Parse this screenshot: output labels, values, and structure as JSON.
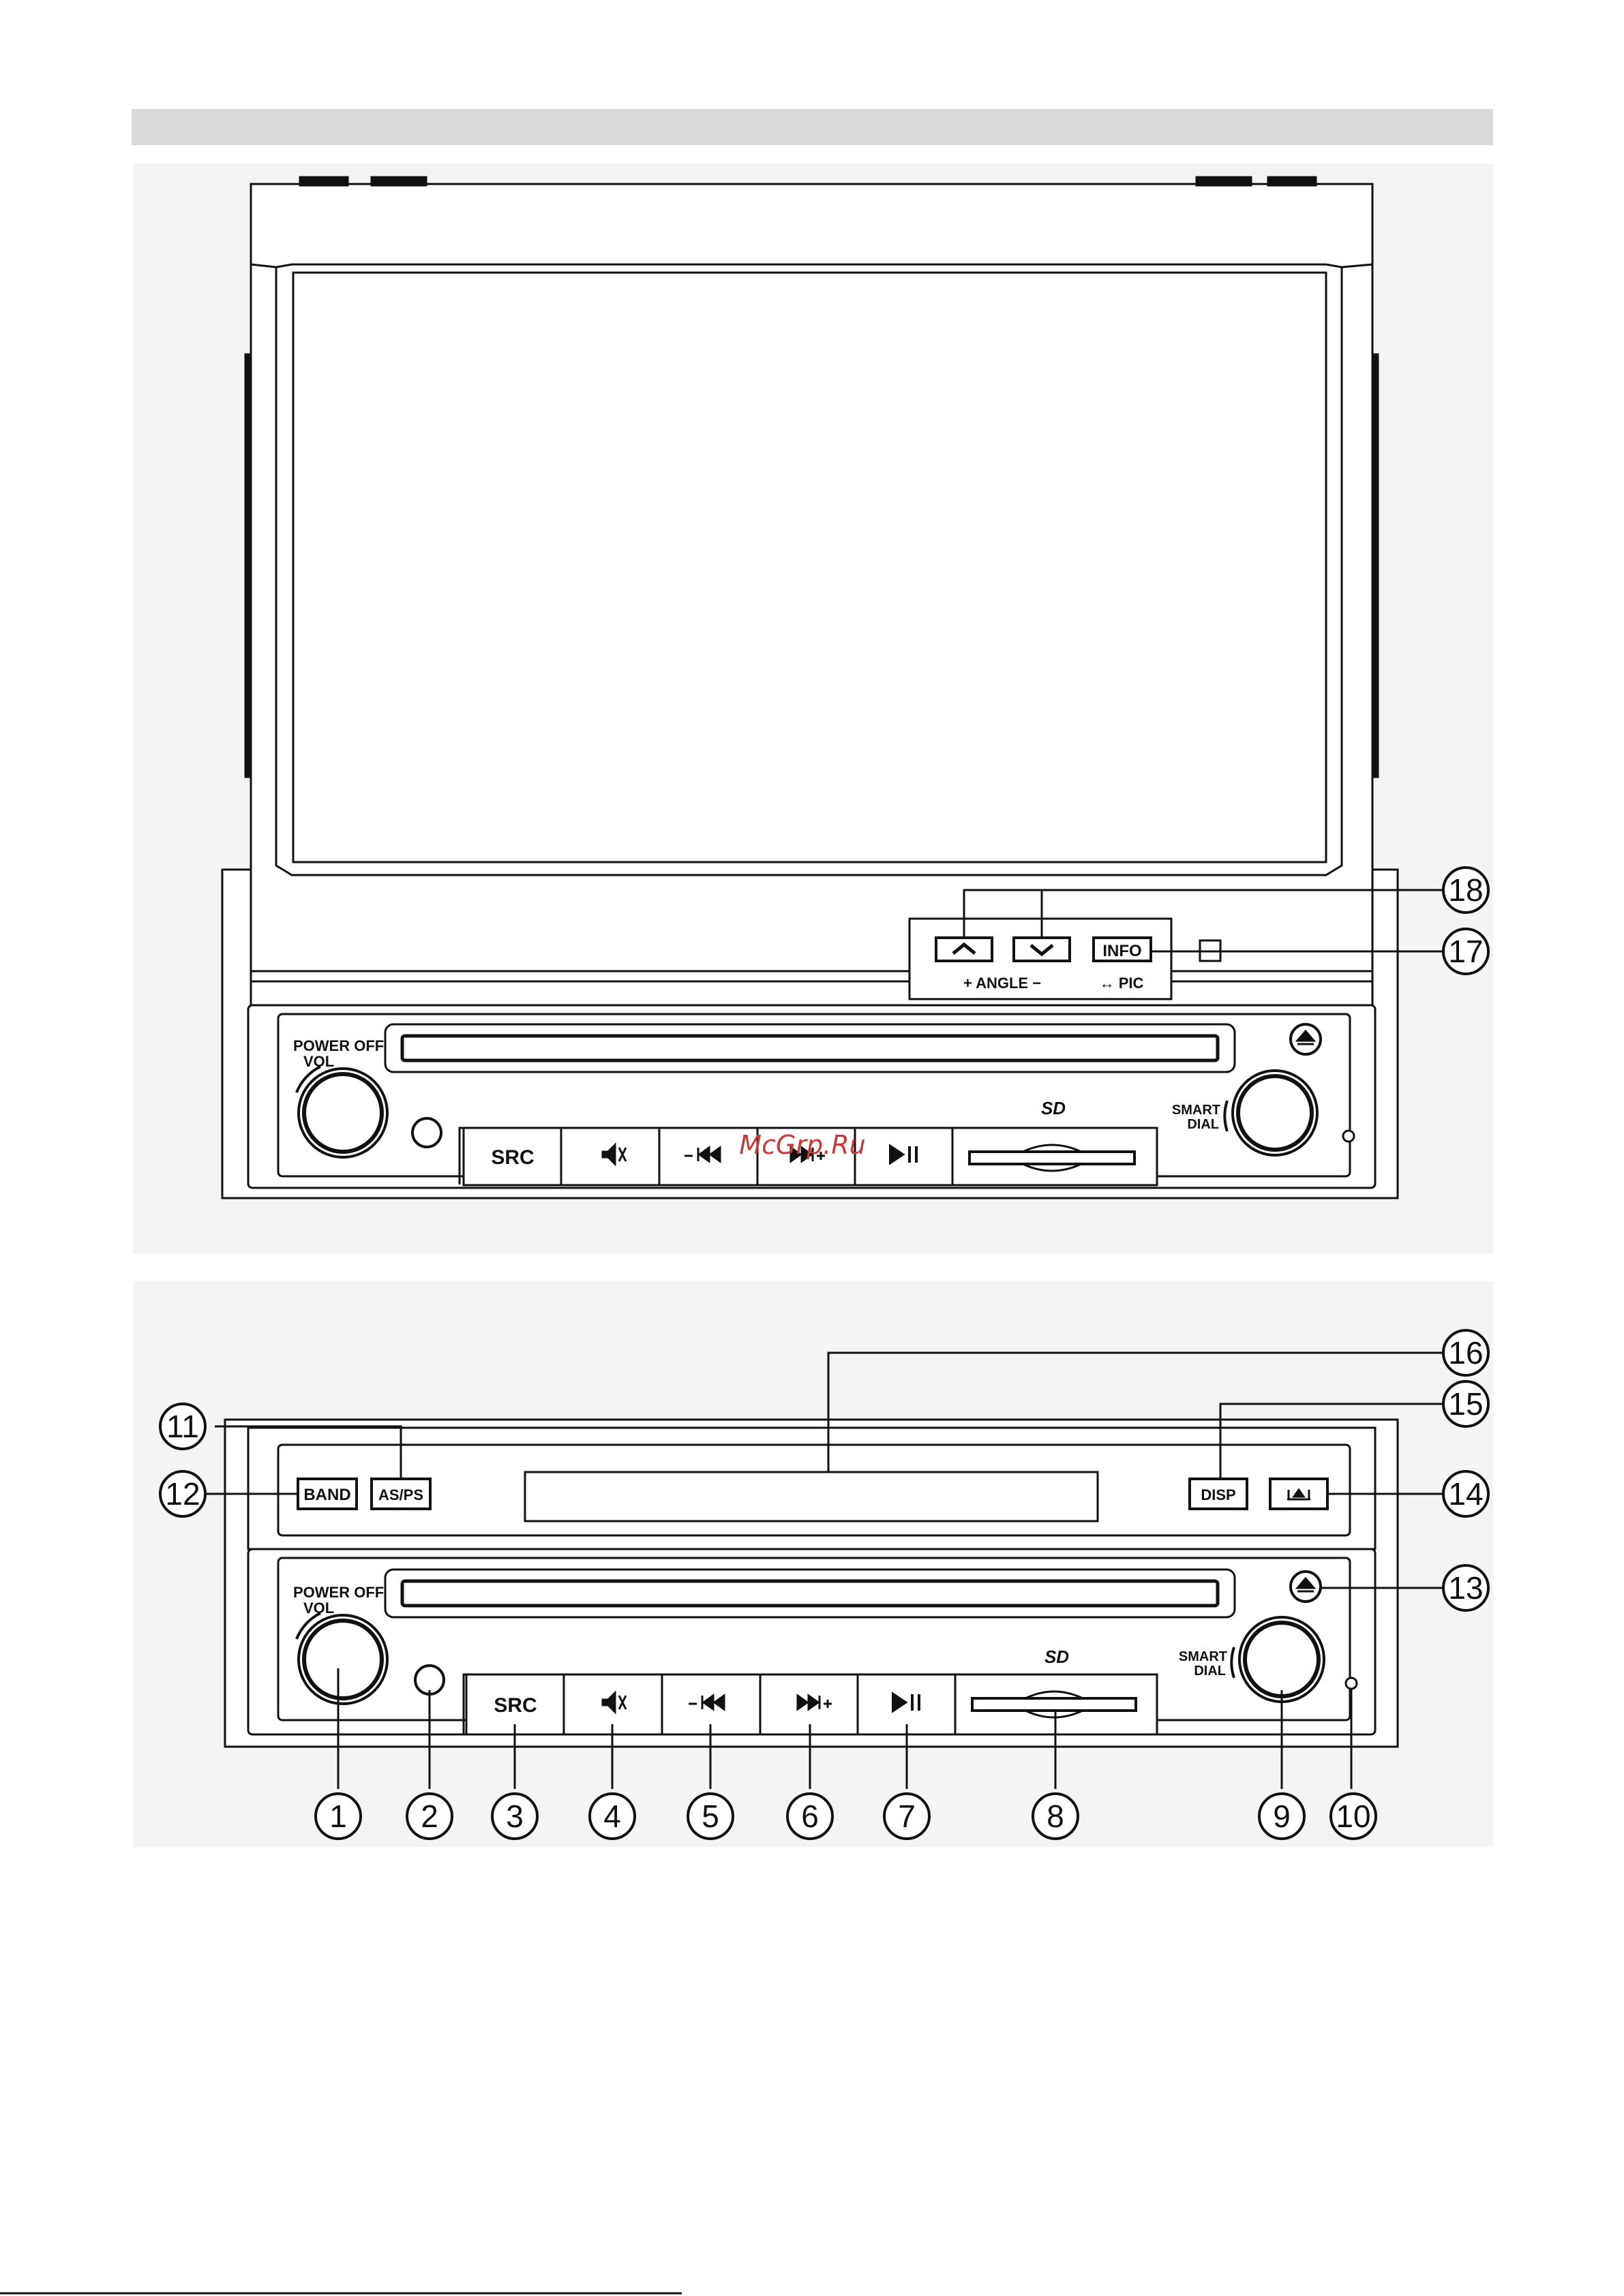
{
  "header_bar_color": "#d9d9d9",
  "watermark": "McGrp.Ru",
  "unit_top": {
    "knob_label_line1": "POWER OFF",
    "knob_label_line2": "VOL",
    "dial_label_line1": "SMART",
    "dial_label_line2": "DIAL",
    "sd_logo": "SD",
    "buttons": [
      "SRC",
      "mute-icon",
      "prev-track-icon",
      "next-track-icon",
      "play-pause-icon"
    ],
    "src": "SRC",
    "screen_buttons": {
      "up": "up-arrow-icon",
      "down": "down-arrow-icon",
      "info": "INFO",
      "angle_label": "+ ANGLE −",
      "pic_label": "↔ PIC"
    }
  },
  "unit_bottom": {
    "band": "BAND",
    "asps": "AS/PS",
    "disp": "DISP",
    "knob_label_line1": "POWER OFF",
    "knob_label_line2": "VOL",
    "dial_label_line1": "SMART",
    "dial_label_line2": "DIAL",
    "sd_logo": "SD",
    "src": "SRC"
  },
  "callouts": {
    "c1": "1",
    "c2": "2",
    "c3": "3",
    "c4": "4",
    "c5": "5",
    "c6": "6",
    "c7": "7",
    "c8": "8",
    "c9": "9",
    "c10": "10",
    "c11": "11",
    "c12": "12",
    "c13": "13",
    "c14": "14",
    "c15": "15",
    "c16": "16",
    "c17": "17",
    "c18": "18"
  }
}
